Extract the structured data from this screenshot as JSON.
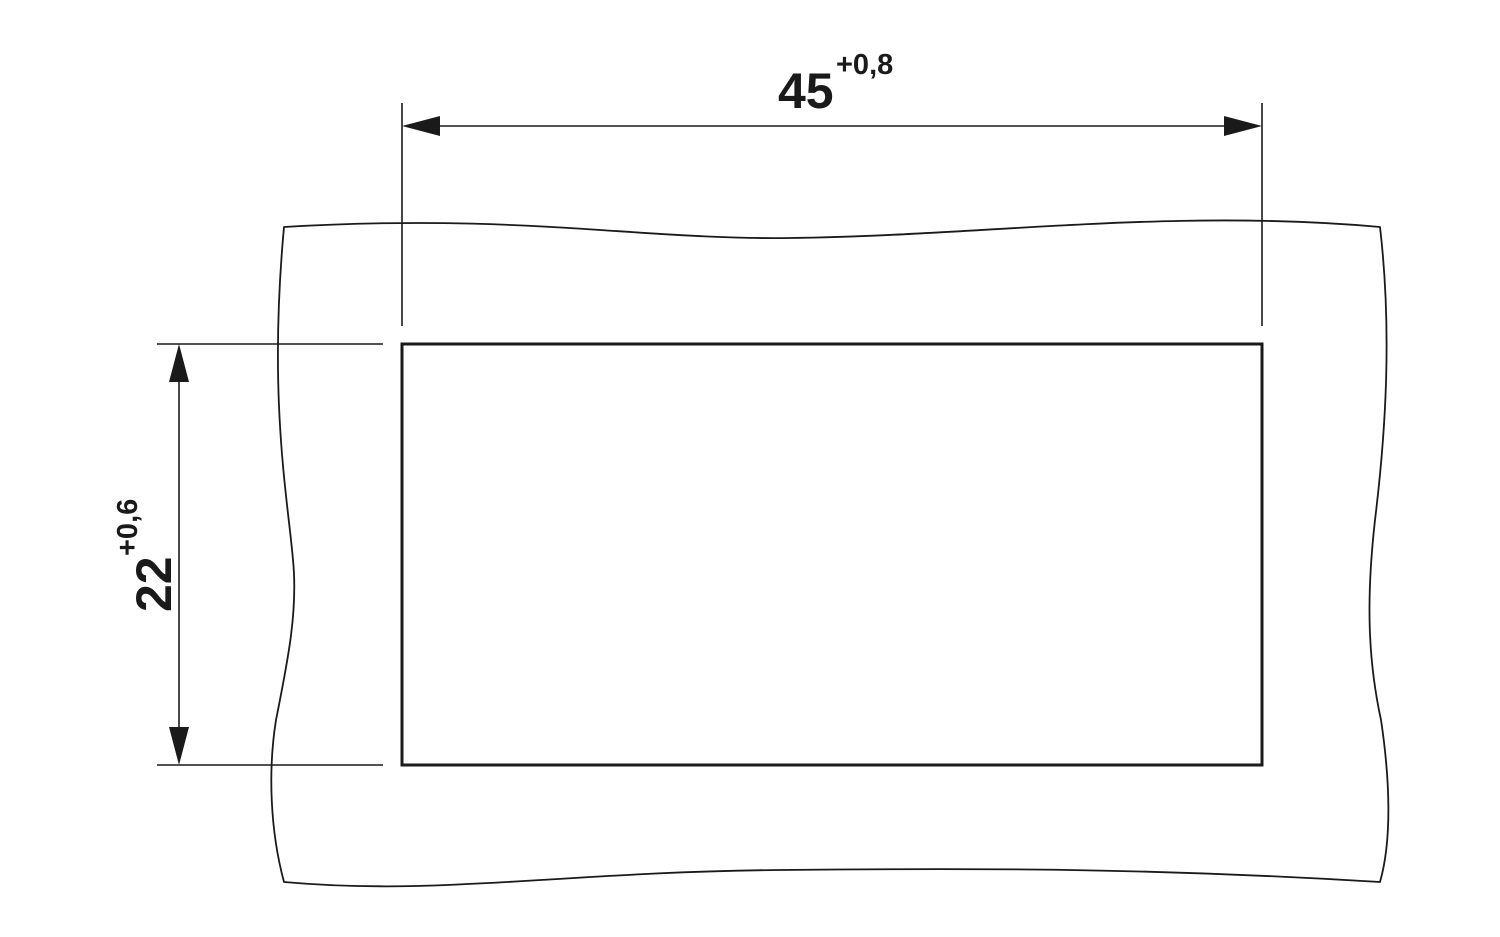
{
  "drawing": {
    "width_dimension": {
      "value": "45",
      "tolerance": "+0,8"
    },
    "height_dimension": {
      "value": "22",
      "tolerance": "+0,6"
    }
  },
  "colors": {
    "line": "#1a1a1a",
    "background": "#ffffff"
  }
}
